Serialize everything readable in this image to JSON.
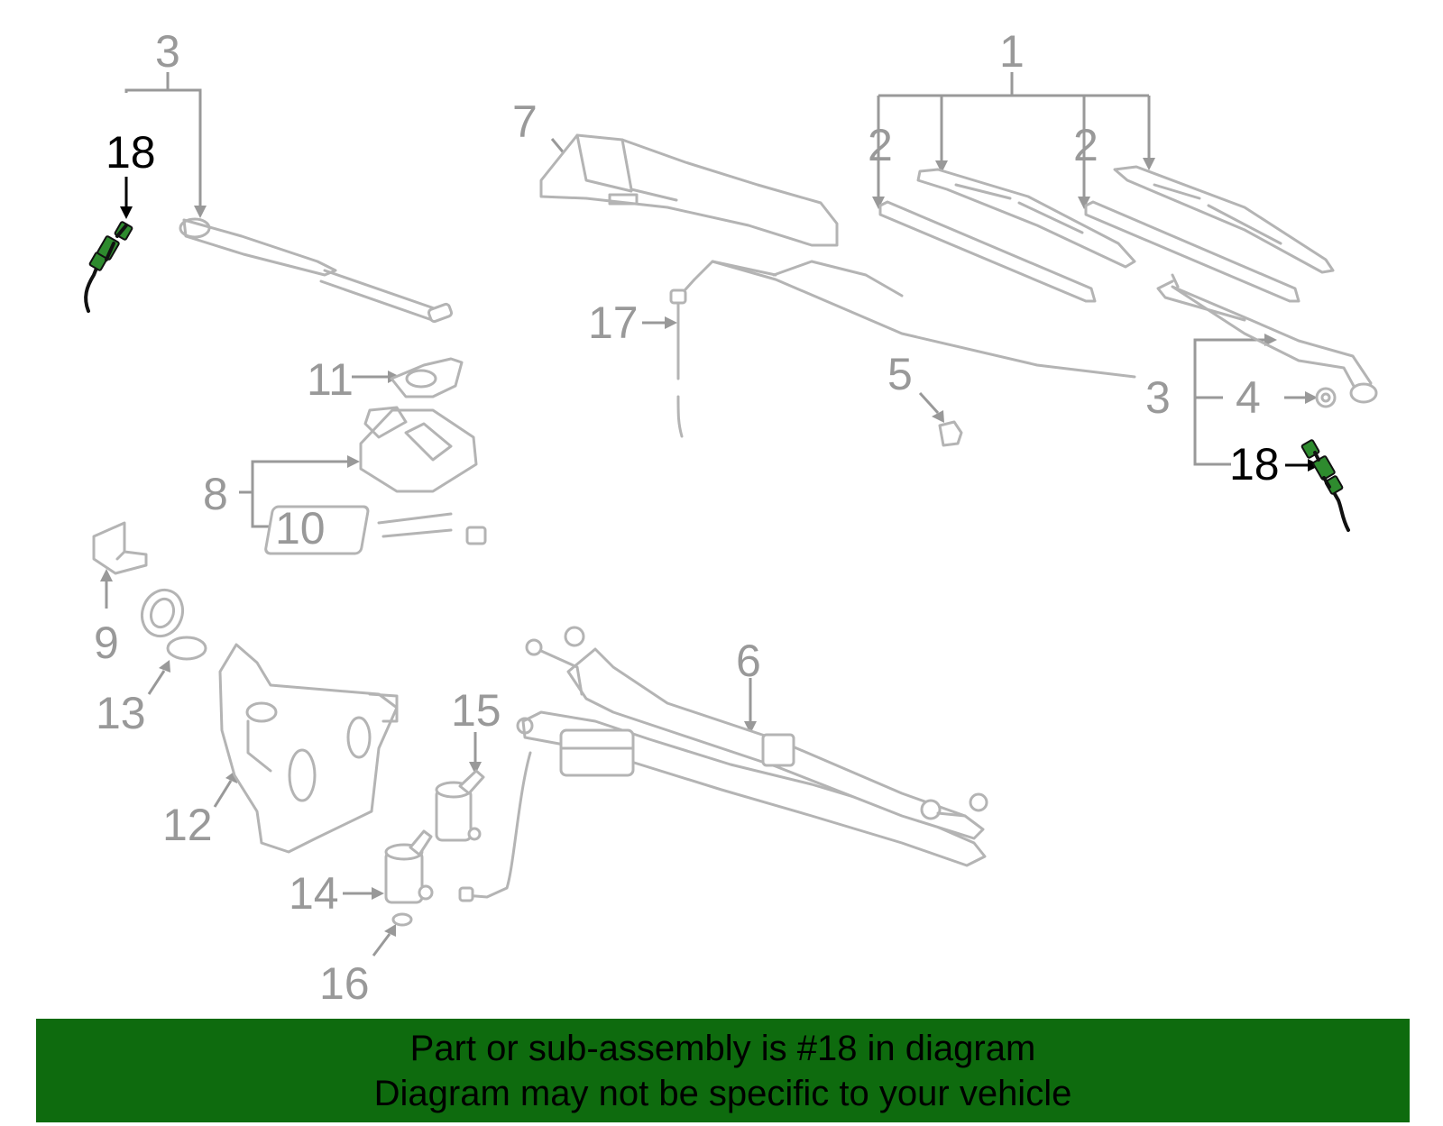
{
  "diagram": {
    "callouts": {
      "c1": "1",
      "c2a": "2",
      "c2b": "2",
      "c3a": "3",
      "c3b": "3",
      "c4": "4",
      "c5": "5",
      "c6": "6",
      "c7": "7",
      "c8": "8",
      "c9": "9",
      "c10": "10",
      "c11": "11",
      "c12": "12",
      "c13": "13",
      "c14": "14",
      "c15": "15",
      "c16": "16",
      "c17": "17",
      "c18a": "18",
      "c18b": "18"
    },
    "colors": {
      "part_line": "#b4b4b4",
      "leader_line": "#999999",
      "highlight_part": "#2e8b2e",
      "banner_background": "#0e6b0e"
    }
  },
  "banner": {
    "line1": "Part or sub-assembly is #18 in diagram",
    "line2": "Diagram may not be specific to your vehicle"
  }
}
